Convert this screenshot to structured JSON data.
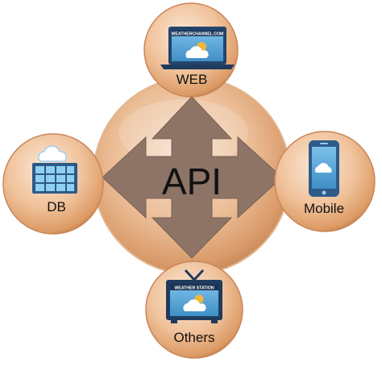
{
  "diagram": {
    "center_label": "API",
    "nodes": {
      "web": {
        "label": "WEB",
        "screen_text": "WEATHERCHANNEL.COM",
        "icon": "laptop-weather-icon"
      },
      "db": {
        "label": "DB",
        "icon": "cloud-database-icon"
      },
      "mobile": {
        "label": "Mobile",
        "icon": "smartphone-cloud-icon"
      },
      "others": {
        "label": "Others",
        "screen_text": "WEATHER STATION",
        "icon": "tv-weather-icon"
      }
    },
    "colors": {
      "orb_light": "#f6dcc4",
      "orb_mid": "#e6a97a",
      "orb_dark": "#c98a5a",
      "arrow": "#8d7466",
      "device_blue": "#2d5b8a",
      "screen_blue": "#5aa6d6",
      "sun": "#f3b63b"
    }
  }
}
